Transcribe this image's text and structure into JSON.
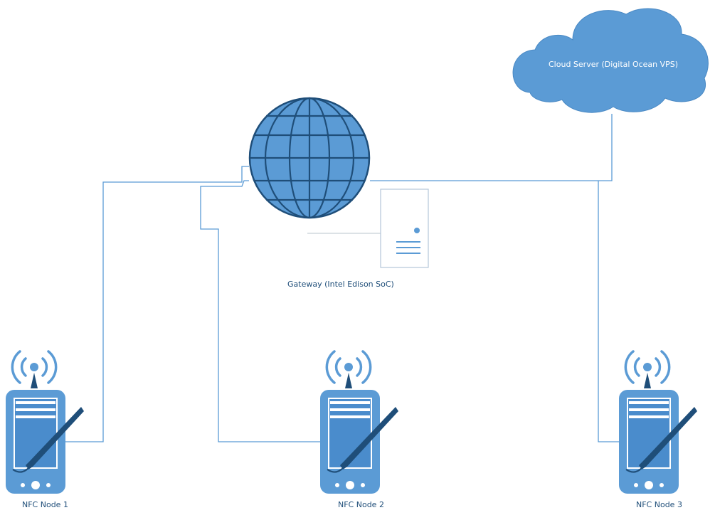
{
  "diagram": {
    "cloud_label": "Cloud Server (Digital Ocean VPS)",
    "gateway_label": "Gateway (Intel Edison SoC)",
    "nodes": [
      {
        "label": "NFC Node 1"
      },
      {
        "label": "NFC Node 2"
      },
      {
        "label": "NFC Node 3"
      }
    ],
    "colors": {
      "fill": "#5b9bd5",
      "stroke": "#2e6da4",
      "line": "#5b9bd5"
    },
    "icons": [
      "cloud-icon",
      "globe-icon",
      "server-icon",
      "wireless-signal-icon",
      "tablet-pen-icon"
    ]
  }
}
